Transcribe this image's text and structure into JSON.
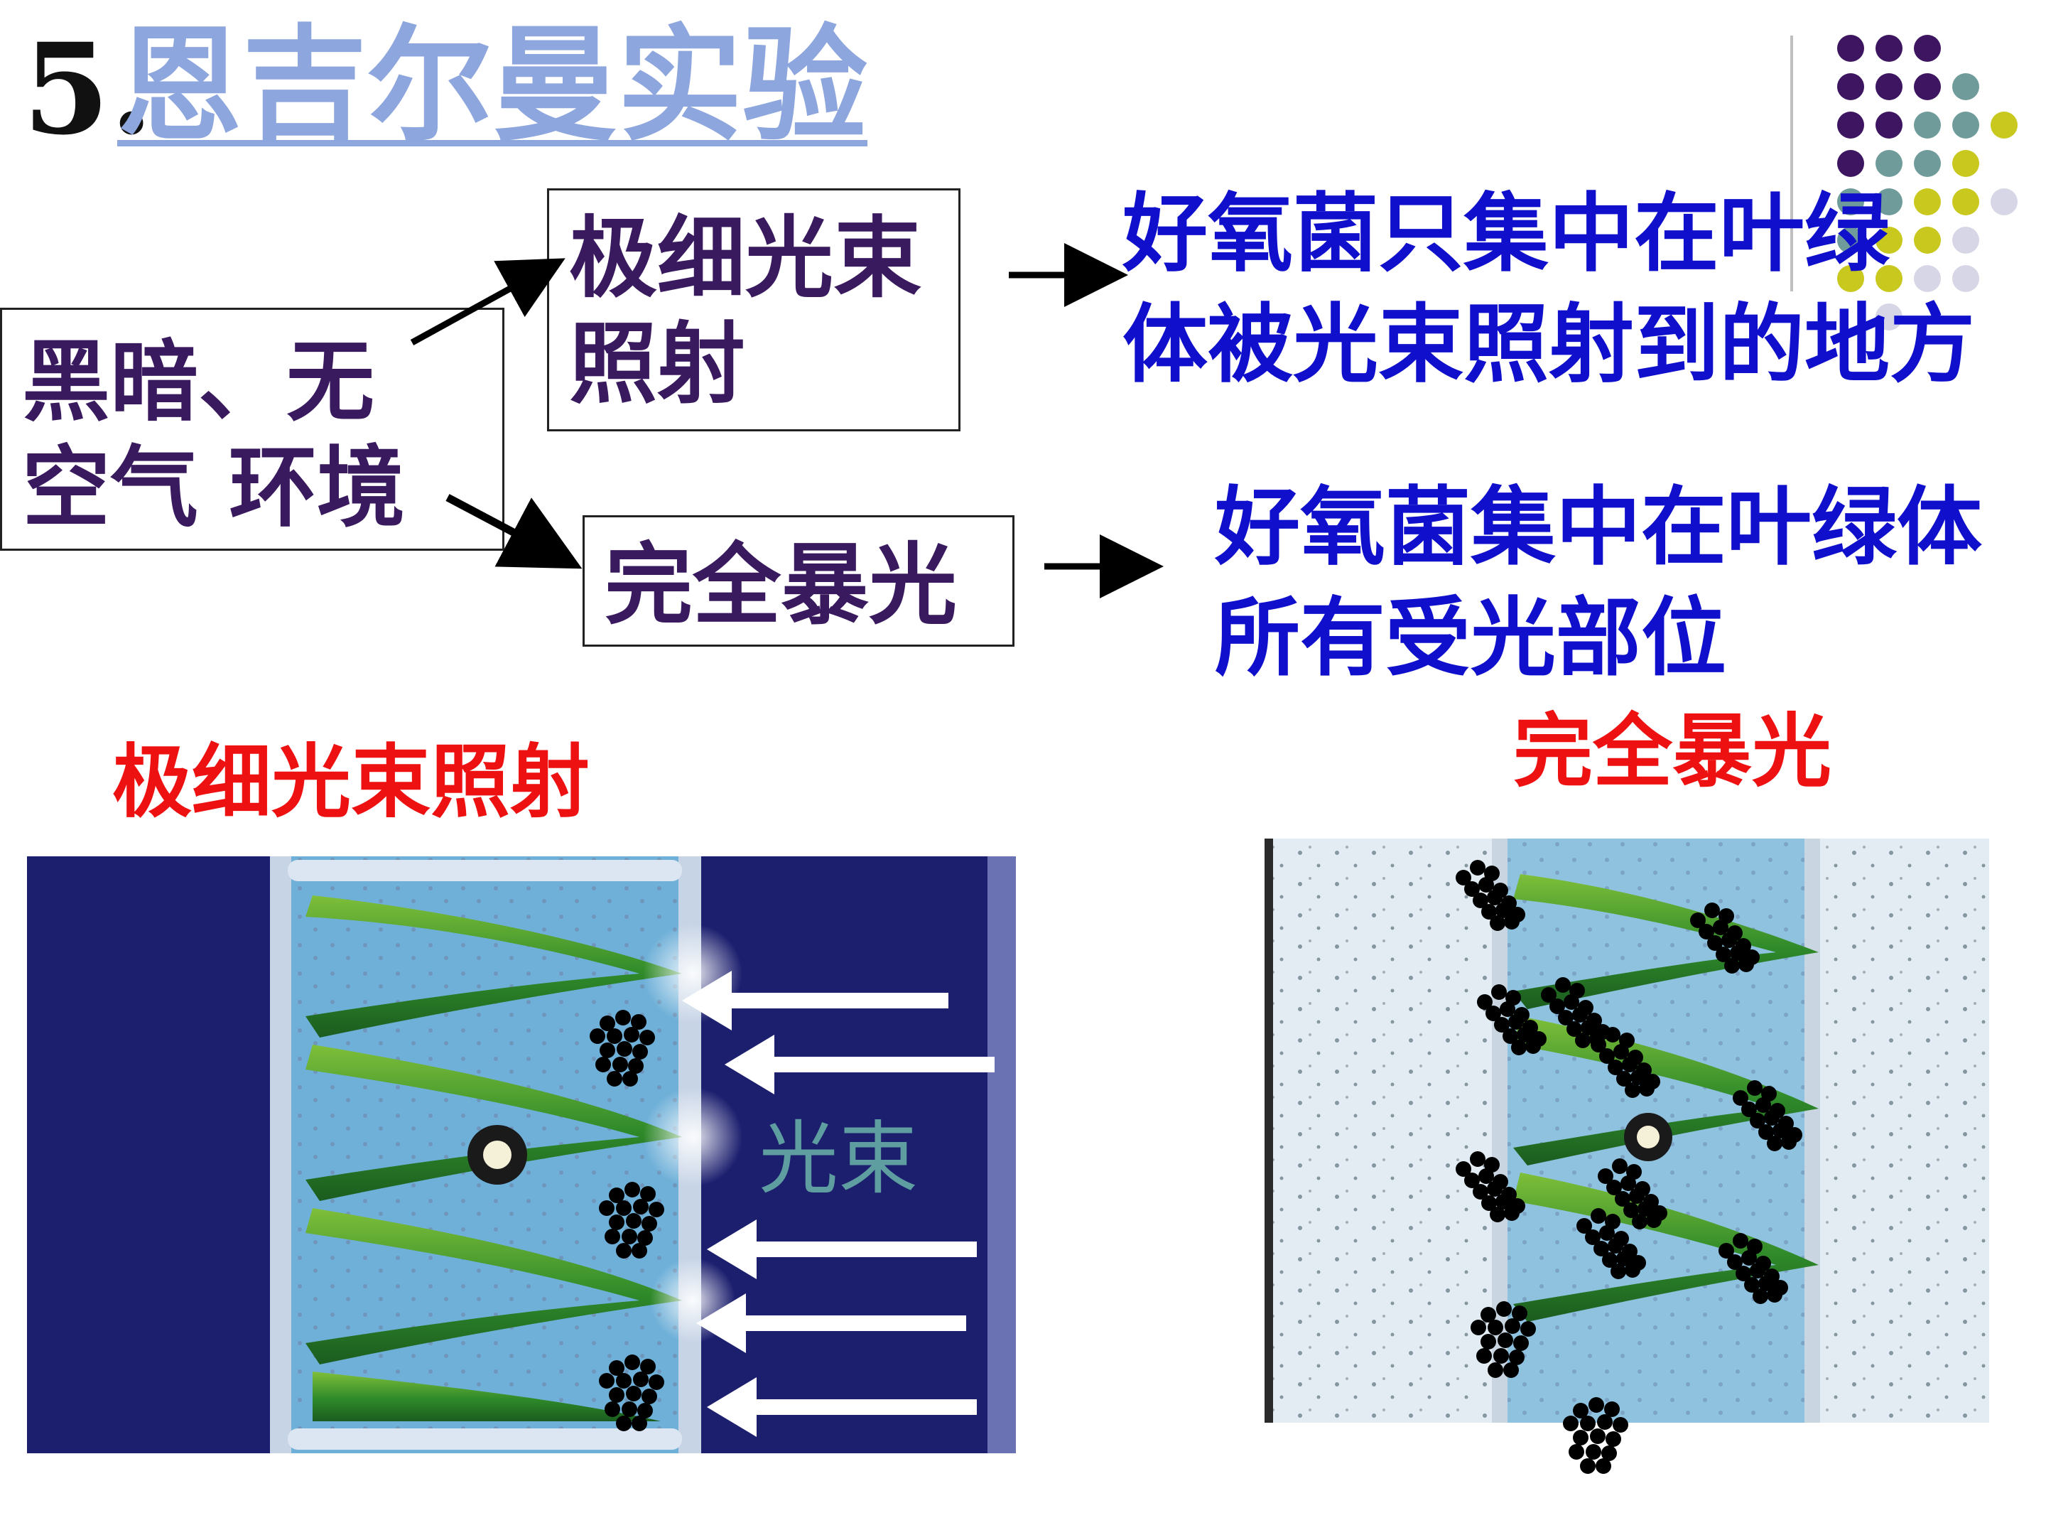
{
  "title": {
    "number": "5.",
    "text": "恩吉尔曼实验"
  },
  "condition_box": {
    "text": "黑暗、无\n空气 环境"
  },
  "thin_beam_box": {
    "text": "极细光束\n照射"
  },
  "full_exposure_box": {
    "text": "完全暴光"
  },
  "result_thin": {
    "text": "好氧菌只集中在叶绿\n体被光束照射到的地方"
  },
  "result_full": {
    "text": "好氧菌集中在叶绿体\n所有受光部位"
  },
  "caption_left": {
    "text": "极细光束照射"
  },
  "caption_right": {
    "text": "完全暴光"
  },
  "beam_label": {
    "text": "光束"
  },
  "colors": {
    "title": "#8ea6de",
    "box_text": "#3a1a5e",
    "result_text": "#1010cc",
    "caption": "#ee1111",
    "beam_label": "#5f9ea0"
  }
}
